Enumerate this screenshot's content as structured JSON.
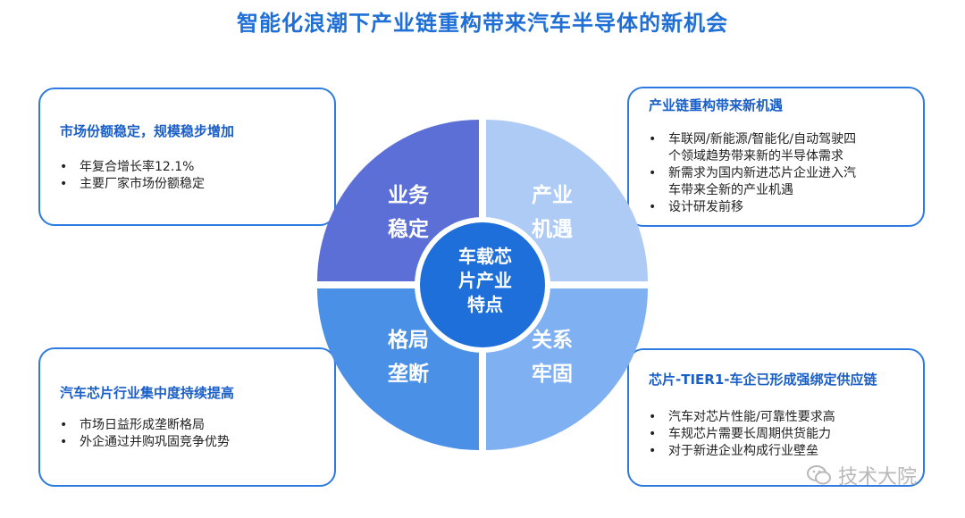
{
  "title": "智能化浪潮下产业链重构带来汽车半导体的新机会",
  "center": {
    "label": "车载芯片产业特点",
    "lines": [
      "车载芯",
      "片产业",
      "特点"
    ]
  },
  "quadrants": {
    "top_left": {
      "lines": [
        "业务",
        "稳定"
      ],
      "color": "#5b6fd6"
    },
    "top_right": {
      "lines": [
        "产业",
        "机遇"
      ],
      "color": "#aecbf6"
    },
    "bottom_left": {
      "lines": [
        "格局",
        "垄断"
      ],
      "color": "#4a90e6"
    },
    "bottom_right": {
      "lines": [
        "关系",
        "牢固"
      ],
      "color": "#7fb0f2"
    }
  },
  "center_color": "#1e6fd9",
  "cards": {
    "top_left": {
      "title": "市场份额稳定，规模稳步增加",
      "bullets": [
        "年复合增长率12.1%",
        "主要厂家市场份额稳定"
      ]
    },
    "top_right": {
      "title": "产业链重构带来新机遇",
      "bullets": [
        [
          "车联网/新能源/智能化/自动驾驶四",
          "个领域趋势带来新的半导体需求"
        ],
        [
          "新需求为国内新进芯片企业进入汽",
          "车带来全新的产业机遇"
        ],
        [
          "设计研发前移"
        ]
      ]
    },
    "bottom_left": {
      "title": "汽车芯片行业集中度持续提高",
      "bullets": [
        "市场日益形成垄断格局",
        "外企通过并购巩固竞争优势"
      ]
    },
    "bottom_right": {
      "title": "芯片-TIER1-车企已形成强绑定供应链",
      "bullets": [
        "汽车对芯片性能/可靠性要求高",
        "车规芯片需要长周期供货能力",
        "对于新进企业构成行业壁垒"
      ]
    }
  },
  "watermark": {
    "text": "技术大院",
    "icon": "wechat-icon"
  }
}
